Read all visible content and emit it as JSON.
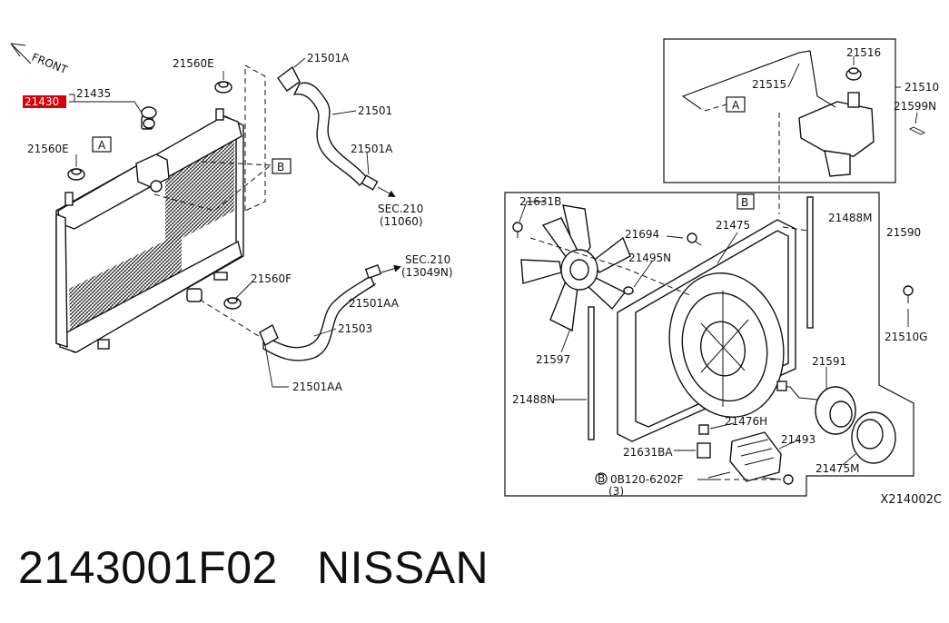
{
  "diagram": {
    "highlight_color": "#d9000d",
    "front_label": "FRONT",
    "view_refs": {
      "a": "A",
      "b": "B"
    },
    "labels": {
      "p21430_highlight": "21430",
      "p21435": "21435",
      "p21560E_top": "21560E",
      "p21560E_left": "21560E",
      "p21501A_top": "21501A",
      "p21501": "21501",
      "p21501A_mid": "21501A",
      "sec210_upper_1": "SEC.210",
      "sec210_upper_2": "(11060)",
      "sec210_lower_1": "SEC.210",
      "sec210_lower_2": "(13049N)",
      "p21560F": "21560F",
      "p21501AA_mid": "21501AA",
      "p21503": "21503",
      "p21501AA_low": "21501AA",
      "p21516": "21516",
      "p21515": "21515",
      "p21510": "21510",
      "p21599N": "21599N",
      "p21631B": "21631B",
      "p21694": "21694",
      "p21475": "21475",
      "p21488M": "21488M",
      "p21590": "21590",
      "p21495N": "21495N",
      "p21510G": "21510G",
      "p21597": "21597",
      "p21591": "21591",
      "p21488N": "21488N",
      "p21476H": "21476H",
      "p21631BA": "21631BA",
      "p21493": "21493",
      "p21475M": "21475M",
      "bolt_ref_symbol": "B",
      "bolt_ref": "0B120-6202F",
      "bolt_qty": "(3)"
    },
    "diagram_code": "X214002C"
  },
  "caption": {
    "part_number": "2143001F02",
    "brand": "NISSAN"
  }
}
